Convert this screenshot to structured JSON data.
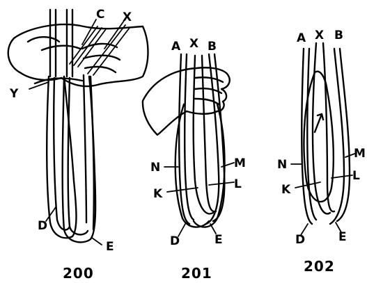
{
  "figures": [
    {
      "caption": "200",
      "labels": {
        "c": "C",
        "x": "X",
        "y": "Y",
        "d": "D",
        "e": "E"
      }
    },
    {
      "caption": "201",
      "labels": {
        "a": "A",
        "x": "X",
        "b": "B",
        "n": "N",
        "m": "M",
        "k": "K",
        "l": "L",
        "d": "D",
        "e": "E"
      }
    },
    {
      "caption": "202",
      "labels": {
        "a": "A",
        "x": "X",
        "b": "B",
        "n": "N",
        "m": "M",
        "k": "K",
        "l": "L",
        "d": "D",
        "e": "E"
      }
    }
  ]
}
